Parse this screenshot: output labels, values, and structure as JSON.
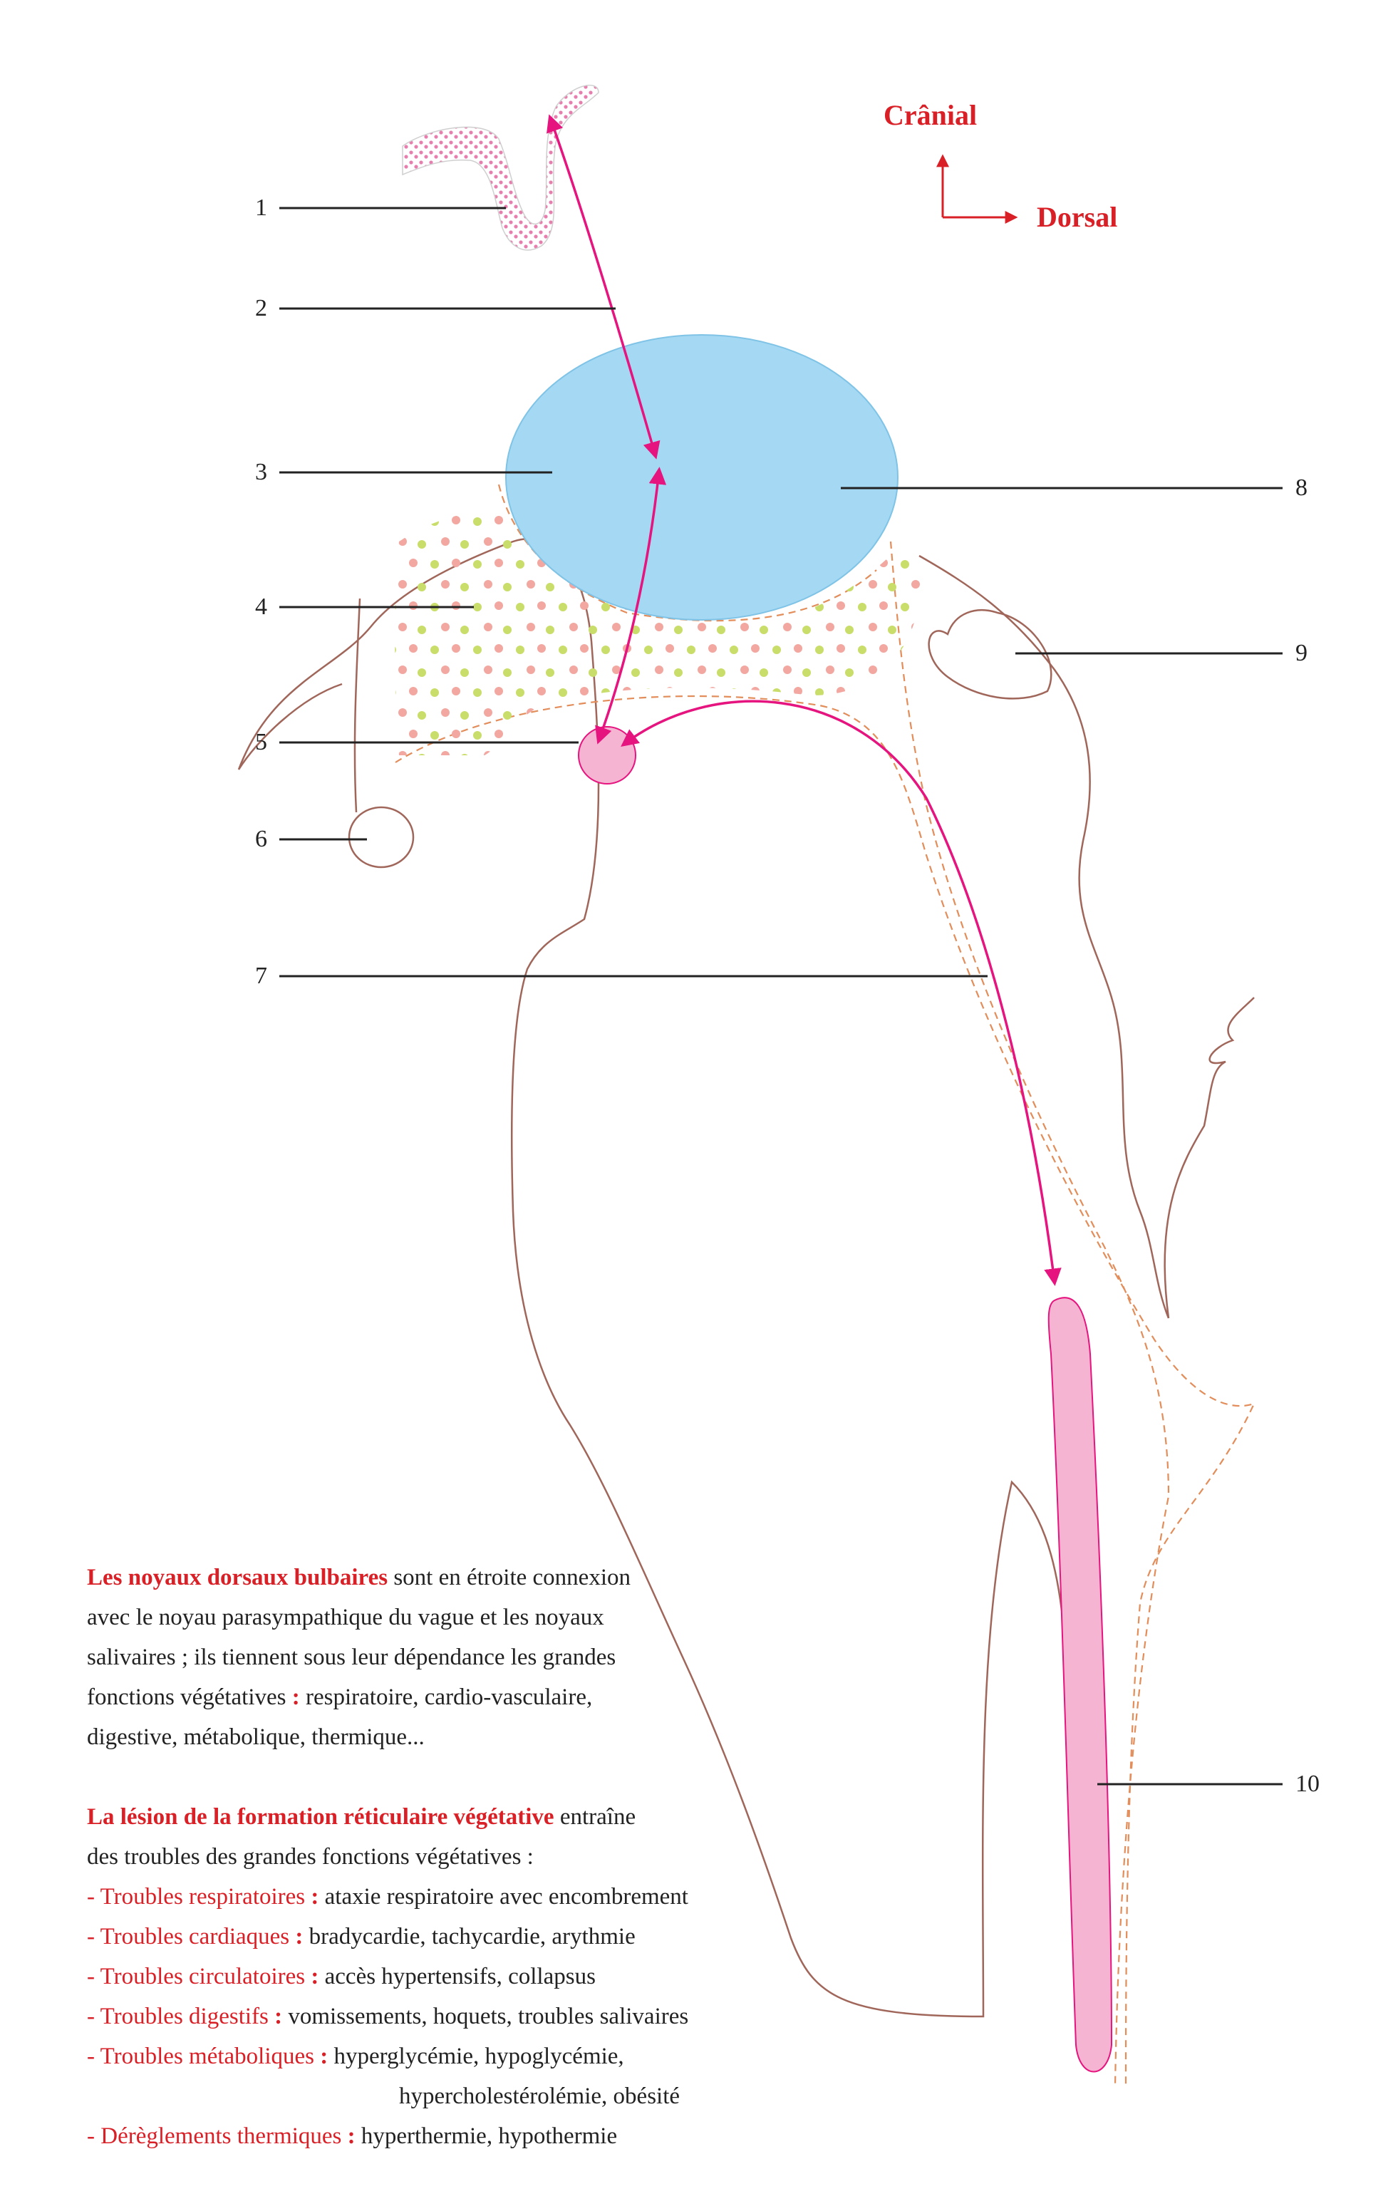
{
  "labels": {
    "n1": "1",
    "n2": "2",
    "n3": "3",
    "n4": "4",
    "n5": "5",
    "n6": "6",
    "n7": "7",
    "n8": "8",
    "n9": "9",
    "n10": "10"
  },
  "orientation": {
    "cranial": "Crânial",
    "dorsal": "Dorsal"
  },
  "colors": {
    "red": "#d92027",
    "magenta": "#e6147f",
    "blue": "#a5d8f3",
    "pink": "#f5b4d2",
    "outline": "#a0665a",
    "green_dot": "#c9dd6a",
    "salmon_dot": "#f2a7a0"
  },
  "para1": {
    "bold": "Les noyaux dorsaux bulbaires",
    "line1": "sont en étroite connexion",
    "line2": "avec le noyau parasympathique du vague et les noyaux",
    "line3": "salivaires ; ils tiennent sous leur dépendance les grandes",
    "line4a": "fonctions végétatives",
    "line4b": "respiratoire, cardio-vasculaire,",
    "line5": "digestive, métabolique, thermique..."
  },
  "para2": {
    "bold": "La lésion de la formation réticulaire végétative",
    "line1": "entraîne",
    "line2": "des troubles des grandes fonctions végétatives :",
    "items": [
      {
        "label": "- Troubles respiratoires",
        "text": "ataxie respiratoire avec encombrement"
      },
      {
        "label": "- Troubles cardiaques",
        "text": "bradycardie, tachycardie, arythmie"
      },
      {
        "label": "- Troubles circulatoires",
        "text": "accès hypertensifs, collapsus"
      },
      {
        "label": "- Troubles digestifs",
        "text": "vomissements, hoquets, troubles salivaires"
      },
      {
        "label": "- Troubles métaboliques",
        "text": "hyperglycémie, hypoglycémie,"
      },
      {
        "label": "",
        "text": "hypercholestérolémie, obésité"
      },
      {
        "label": "- Dérèglements thermiques",
        "text": "hyperthermie, hypothermie"
      }
    ]
  }
}
